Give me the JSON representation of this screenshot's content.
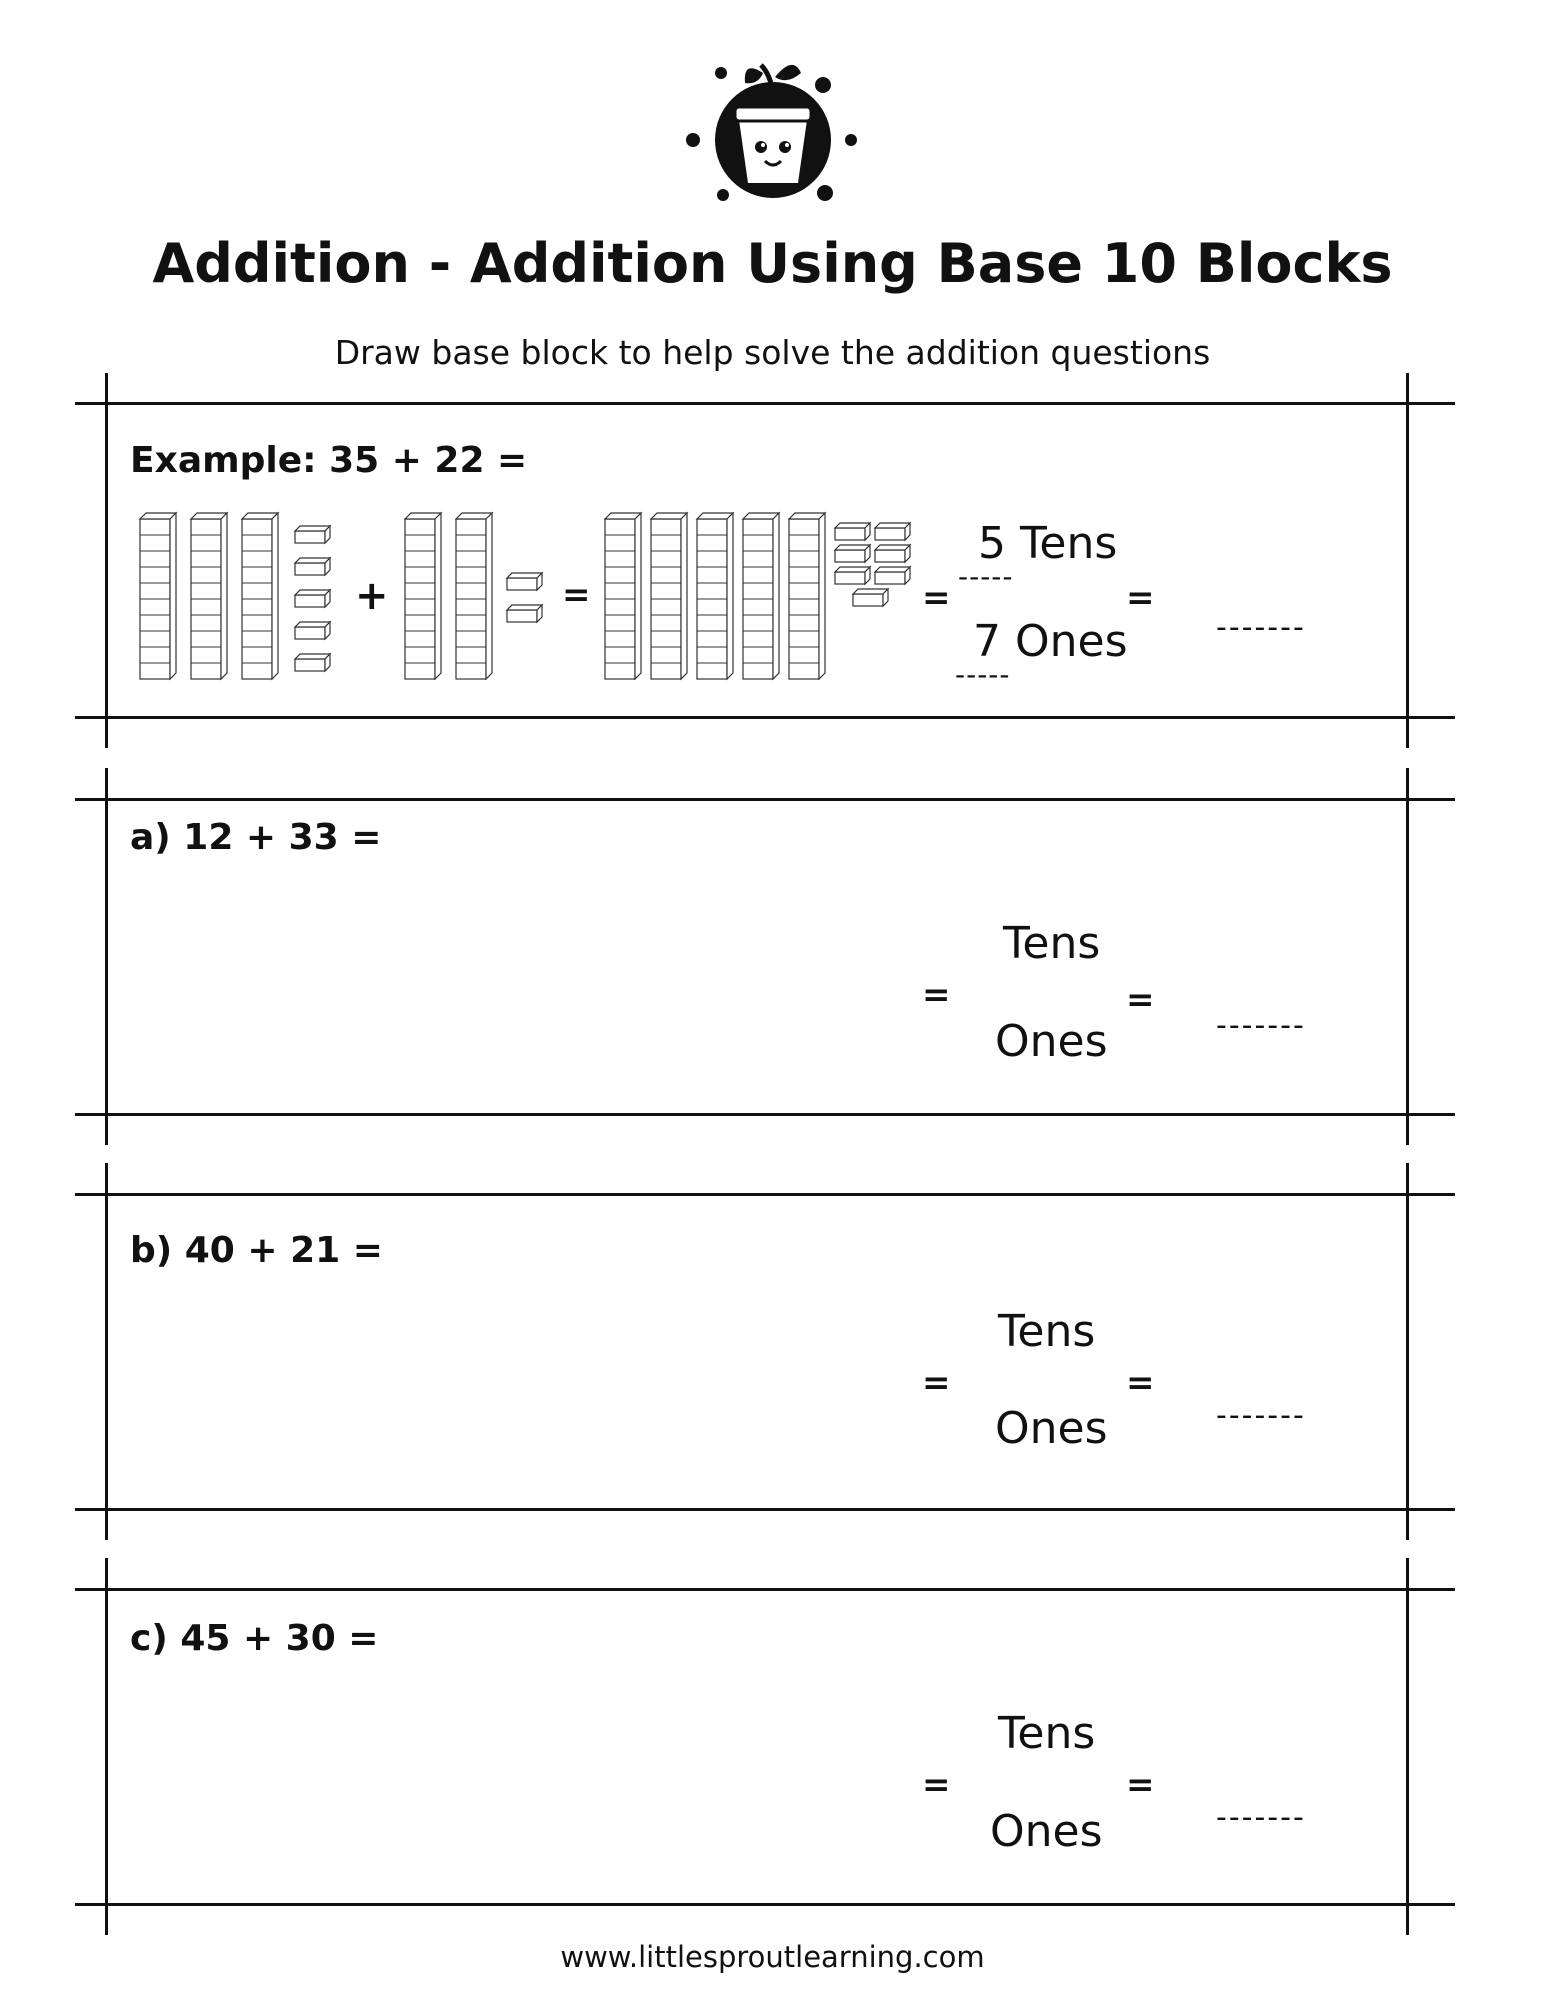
{
  "header": {
    "title": "Addition - Addition Using Base 10 Blocks",
    "subtitle": "Draw base block to help solve the addition questions"
  },
  "example": {
    "label": "Example: 35 + 22 =",
    "plus": "+",
    "equals": "=",
    "tens_label": "5 Tens",
    "ones_label": "7 Ones",
    "tens_blank": "-----",
    "ones_blank": "-----",
    "answer_blank": "-------",
    "blocks": {
      "first": {
        "tens": 3,
        "ones": 5
      },
      "second": {
        "tens": 2,
        "ones": 2
      },
      "total": {
        "tens": 5,
        "ones": 7
      }
    }
  },
  "questions": [
    {
      "label": "a) 12 + 33 =",
      "tens_label": "Tens",
      "ones_label": "Ones",
      "equals": "=",
      "answer_blank": "-------"
    },
    {
      "label": "b) 40 + 21 =",
      "tens_label": "Tens",
      "ones_label": "Ones",
      "equals": "=",
      "answer_blank": "-------"
    },
    {
      "label": "c) 45 + 30 =",
      "tens_label": "Tens",
      "ones_label": "Ones",
      "equals": "=",
      "answer_blank": "-------"
    }
  ],
  "footer": {
    "url": "www.littlesproutlearning.com"
  }
}
